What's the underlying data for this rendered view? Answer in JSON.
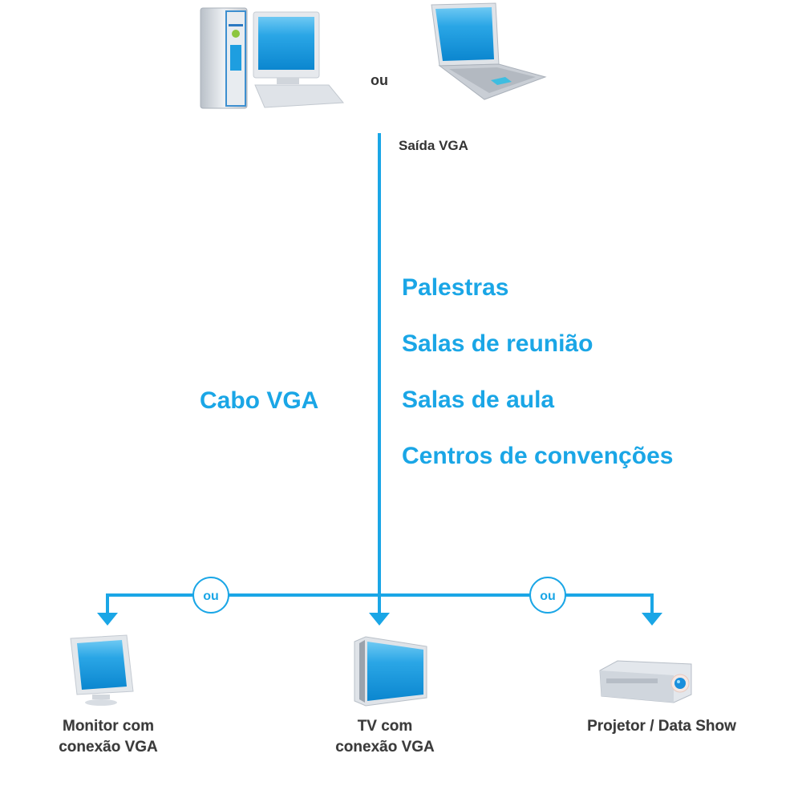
{
  "colors": {
    "accent": "#1aa6e6",
    "label_dark": "#3a3a3a",
    "screen_blue": "#1e9ee0",
    "device_gray": "#d9dde2"
  },
  "sources": {
    "desktop": {
      "icon": "desktop-computer-icon"
    },
    "separator": "ou",
    "laptop": {
      "icon": "laptop-icon"
    },
    "output_label": "Saída VGA"
  },
  "cable": {
    "label": "Cabo VGA"
  },
  "uses": [
    "Palestras",
    "Salas de reunião",
    "Salas de aula",
    "Centros de convenções"
  ],
  "branch_separators": [
    "ou",
    "ou"
  ],
  "destinations": [
    {
      "icon": "monitor-icon",
      "label_line1": "Monitor com",
      "label_line2": "conexão VGA"
    },
    {
      "icon": "tv-icon",
      "label_line1": "TV com",
      "label_line2": "conexão VGA"
    },
    {
      "icon": "projector-icon",
      "label_line1": "Projetor / Data Show",
      "label_line2": ""
    }
  ]
}
